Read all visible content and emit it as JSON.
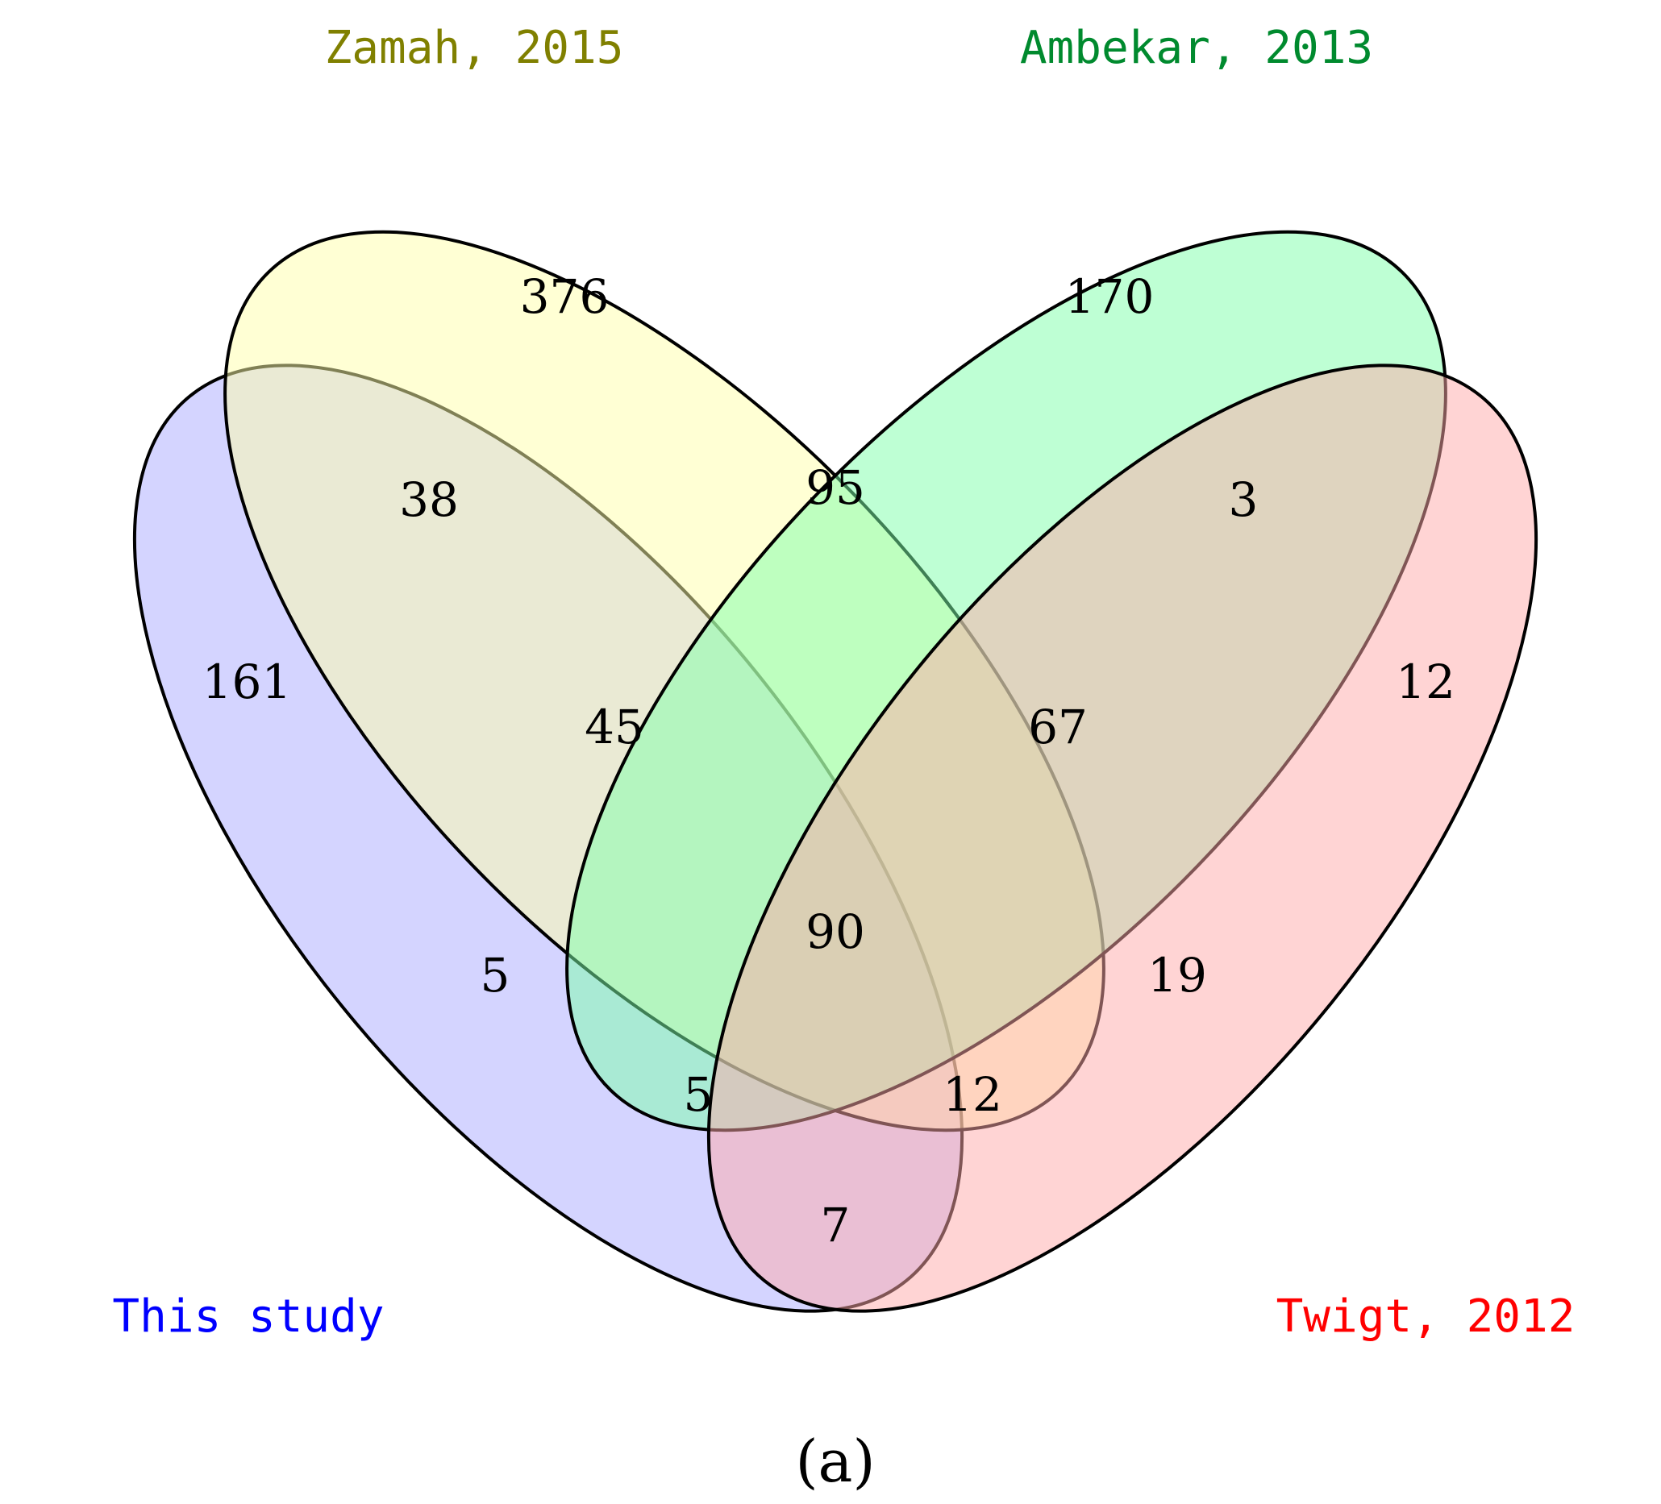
{
  "sets": [
    {
      "key": "this_study",
      "label": "This study",
      "fill": "#aaaaff",
      "label_color": "#0000ff"
    },
    {
      "key": "zamah",
      "label": "Zamah, 2015",
      "fill": "#ffffaa",
      "label_color": "#808000"
    },
    {
      "key": "ambekar",
      "label": "Ambekar, 2013",
      "fill": "#7dffaa",
      "label_color": "#008a2e"
    },
    {
      "key": "twigt",
      "label": "Twigt, 2012",
      "fill": "#ffaaaa",
      "label_color": "#ff0000"
    }
  ],
  "regions": [
    {
      "sets": [
        "zamah"
      ],
      "value": "376"
    },
    {
      "sets": [
        "ambekar"
      ],
      "value": "170"
    },
    {
      "sets": [
        "this_study",
        "zamah"
      ],
      "value": "38"
    },
    {
      "sets": [
        "zamah",
        "ambekar"
      ],
      "value": "95"
    },
    {
      "sets": [
        "ambekar",
        "twigt"
      ],
      "value": "3"
    },
    {
      "sets": [
        "this_study"
      ],
      "value": "161"
    },
    {
      "sets": [
        "this_study",
        "zamah",
        "ambekar"
      ],
      "value": "45"
    },
    {
      "sets": [
        "zamah",
        "ambekar",
        "twigt"
      ],
      "value": "67"
    },
    {
      "sets": [
        "twigt"
      ],
      "value": "12"
    },
    {
      "sets": [
        "this_study",
        "zamah",
        "ambekar",
        "twigt"
      ],
      "value": "90"
    },
    {
      "sets": [
        "this_study",
        "ambekar"
      ],
      "value": "5"
    },
    {
      "sets": [
        "zamah",
        "twigt"
      ],
      "value": "19"
    },
    {
      "sets": [
        "this_study",
        "ambekar",
        "twigt"
      ],
      "value": "5"
    },
    {
      "sets": [
        "this_study",
        "zamah",
        "twigt"
      ],
      "value": "12"
    },
    {
      "sets": [
        "this_study",
        "twigt"
      ],
      "value": "7"
    }
  ],
  "panel_label": "(a)"
}
